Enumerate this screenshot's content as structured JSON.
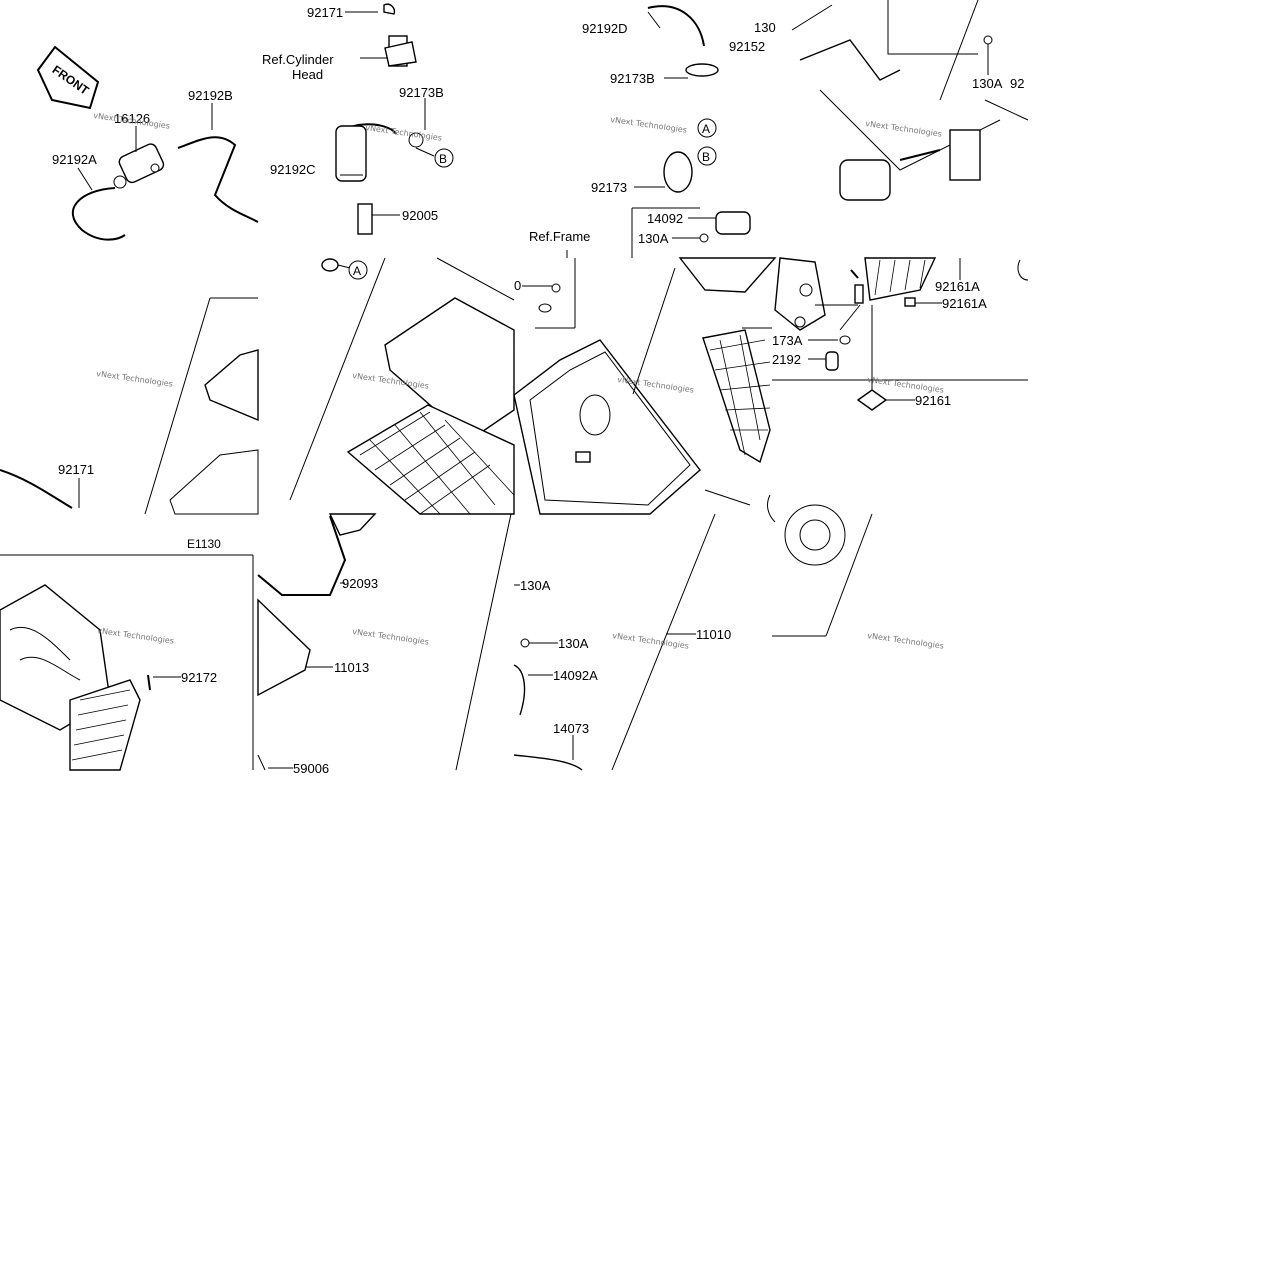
{
  "diagram": {
    "panels": [
      {
        "labels": [
          "16126",
          "92192B",
          "92192A",
          "FRONT"
        ]
      },
      {
        "labels": [
          "92171",
          "Ref.Cylinder",
          "Head",
          "92173B",
          "92192C",
          "92005",
          "A",
          "B"
        ]
      },
      {
        "labels": [
          "92192D",
          "92152",
          "92173B",
          "A",
          "B",
          "92173",
          "14092",
          "130A",
          "130"
        ]
      },
      {
        "labels": [
          "130A",
          "92"
        ]
      },
      {
        "labels": [
          "92171"
        ]
      },
      {
        "labels": [
          "Ref.Frame",
          "0",
          "A"
        ]
      },
      {
        "labels": [
          "173A",
          "2192"
        ]
      },
      {
        "labels": [
          "92161A",
          "92161A",
          "92161"
        ]
      },
      {
        "labels": [
          "E1130",
          "92172"
        ]
      },
      {
        "labels": [
          "92093",
          "11013",
          "59006"
        ]
      },
      {
        "labels": [
          "130A",
          "130A",
          "14092A",
          "14073",
          "11010"
        ]
      }
    ],
    "watermark": "vNext Technologies"
  }
}
